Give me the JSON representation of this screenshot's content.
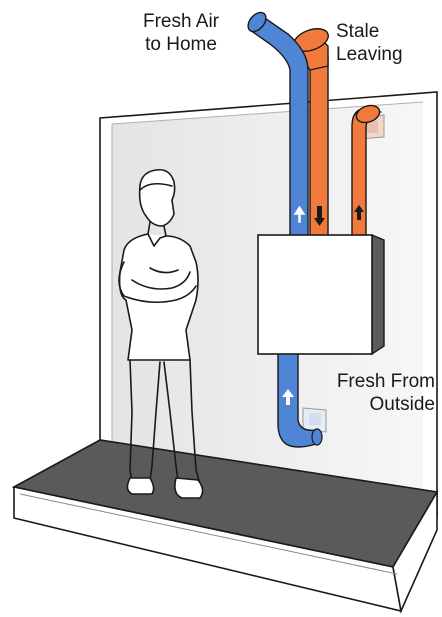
{
  "labels": {
    "fresh_to_home": [
      "Fresh Air",
      "to Home"
    ],
    "stale_leaving": [
      "Stale",
      "Leaving"
    ],
    "fresh_from_outside": [
      "Fresh From",
      "Outside"
    ]
  },
  "colors": {
    "fresh_duct": "#4f85d4",
    "stale_duct": "#f0793b",
    "outline": "#1a1a1a",
    "wall": "#f2f2f2",
    "floor_top": "#5a5a5a",
    "floor_edge": "#ffffff",
    "unit_body": "#ffffff",
    "unit_side": "#5c5c5c",
    "vent_grille": "#f2d6cc"
  },
  "icons": {
    "fresh_arrow": "arrow-up-icon",
    "stale_in_arrow": "arrow-down-icon",
    "stale_out_arrow": "arrow-up-icon"
  }
}
